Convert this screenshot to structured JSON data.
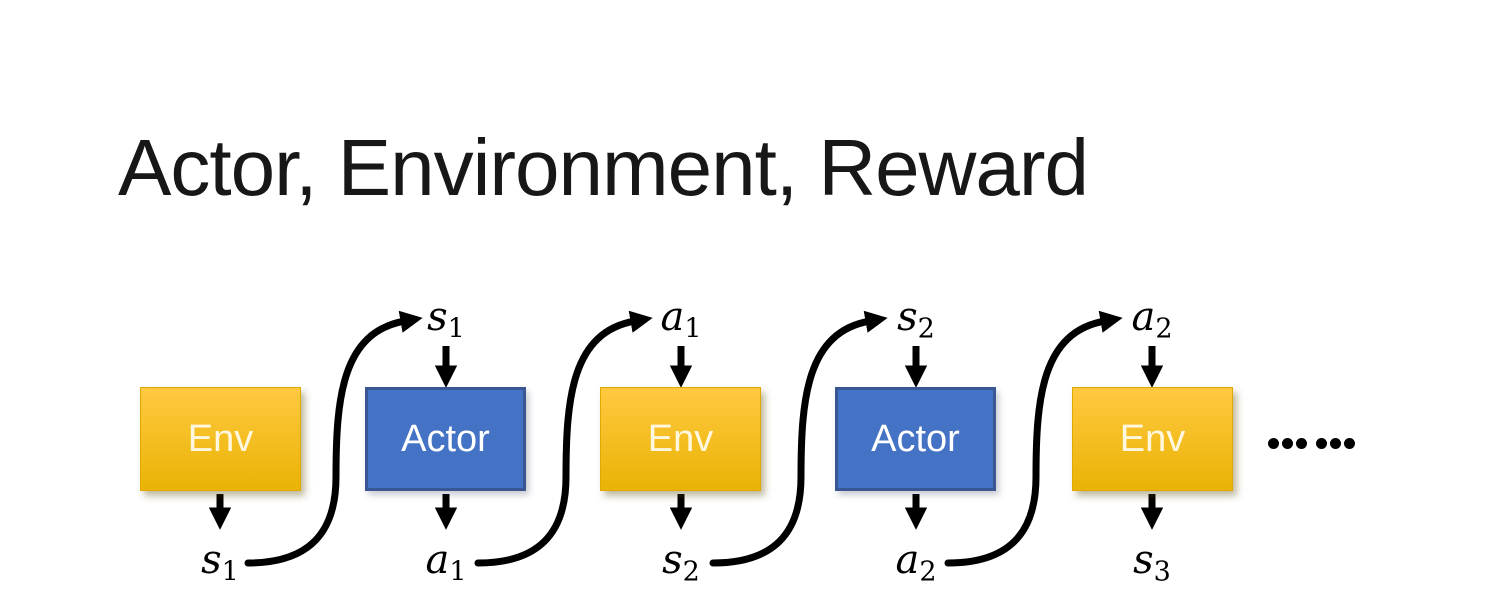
{
  "title": "Actor, Environment, Reward",
  "diagram": {
    "boxes": [
      {
        "label": "Env"
      },
      {
        "label": "Actor"
      },
      {
        "label": "Env"
      },
      {
        "label": "Actor"
      },
      {
        "label": "Env"
      }
    ],
    "top_labels": [
      {
        "base": "s",
        "sub": "1"
      },
      {
        "base": "a",
        "sub": "1"
      },
      {
        "base": "s",
        "sub": "2"
      },
      {
        "base": "a",
        "sub": "2"
      }
    ],
    "bottom_labels": [
      {
        "base": "s",
        "sub": "1"
      },
      {
        "base": "a",
        "sub": "1"
      },
      {
        "base": "s",
        "sub": "2"
      },
      {
        "base": "a",
        "sub": "2"
      },
      {
        "base": "s",
        "sub": "3"
      }
    ],
    "ellipsis": "……",
    "colors": {
      "title_color": "#171717",
      "env_top": "#FFC941",
      "env_bottom": "#EAB305",
      "env_border": "#DFA900",
      "env_text": "#FFF7DE",
      "actor_fill": "#4472C4",
      "actor_border": "#3A5693",
      "actor_text": "#FFFFFF",
      "arrow_color": "#000000"
    }
  }
}
